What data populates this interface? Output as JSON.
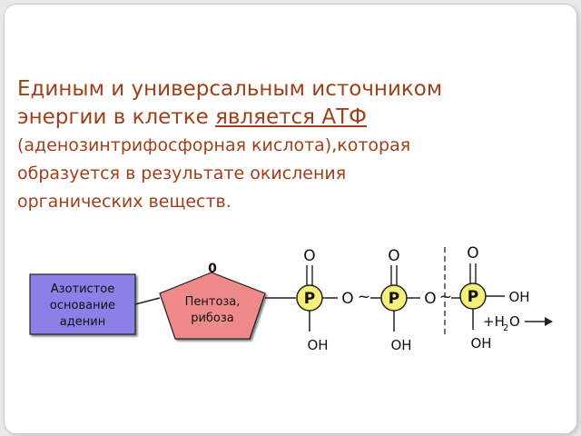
{
  "intro": {
    "line1": "Единым и универсальным источником",
    "line2_prefix": "энергии в клетке ",
    "line2_link": "является АТФ ",
    "line3": "(аденозинтрифосфорная кислота),которая",
    "line4": "образуется в результате  окисления",
    "line5": "органических веществ."
  },
  "diagram": {
    "base_line1": "Азотистое",
    "base_line2": "основание",
    "base_line3": "аденин",
    "sugar_line1": "Пентоза,",
    "sugar_line2": "рибоза",
    "sugar_o": "0",
    "p_label": "P",
    "o_top": "O",
    "o_link": "O",
    "oh": "OH",
    "tilde": "~",
    "water_plus_h": "+H",
    "water_sub": "2",
    "water_o": "O",
    "colors": {
      "base_fill": "#8b7fe8",
      "sugar_fill": "#f08a8a",
      "phosphate_fill": "#f5f07a",
      "text_brown": "#a0401a"
    }
  }
}
